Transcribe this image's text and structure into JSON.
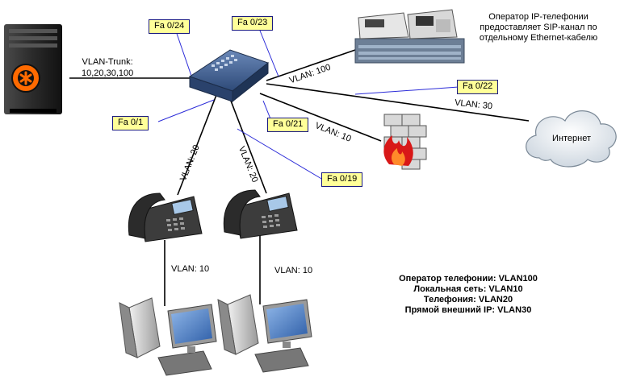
{
  "trunk_label_line1": "VLAN-Trunk:",
  "trunk_label_line2": "10,20,30,100",
  "ports": {
    "fa024": "Fa 0/24",
    "fa023": "Fa 0/23",
    "fa022": "Fa 0/22",
    "fa021": "Fa 0/21",
    "fa01": "Fa 0/1",
    "fa019": "Fa 0/19"
  },
  "links": {
    "vlan100": "VLAN: 100",
    "vlan30": "VLAN: 30",
    "vlan10_firewall": "VLAN: 10",
    "vlan20_phone1": "VLAN: 20",
    "vlan20_phone2": "VLAN: 20",
    "vlan10_pc1": "VLAN: 10",
    "vlan10_pc2": "VLAN: 10"
  },
  "operator_note": [
    "Оператор IP-телефонии",
    "предоставляет SIP-канал по",
    "отдельному Ethernet-кабелю"
  ],
  "internet_label": "Интернет",
  "legend": [
    "Оператор телефонии: VLAN100",
    "Локальная сеть: VLAN10",
    "Телефония: VLAN20",
    "Прямой внешний IP: VLAN30"
  ],
  "colors": {
    "label_bg": "#ffff99",
    "pointer_line": "#2c2cd8",
    "asterisk_orange": "#ff6a00",
    "switch_blue": "#3b5a8c",
    "firewall_red": "#d81818"
  }
}
